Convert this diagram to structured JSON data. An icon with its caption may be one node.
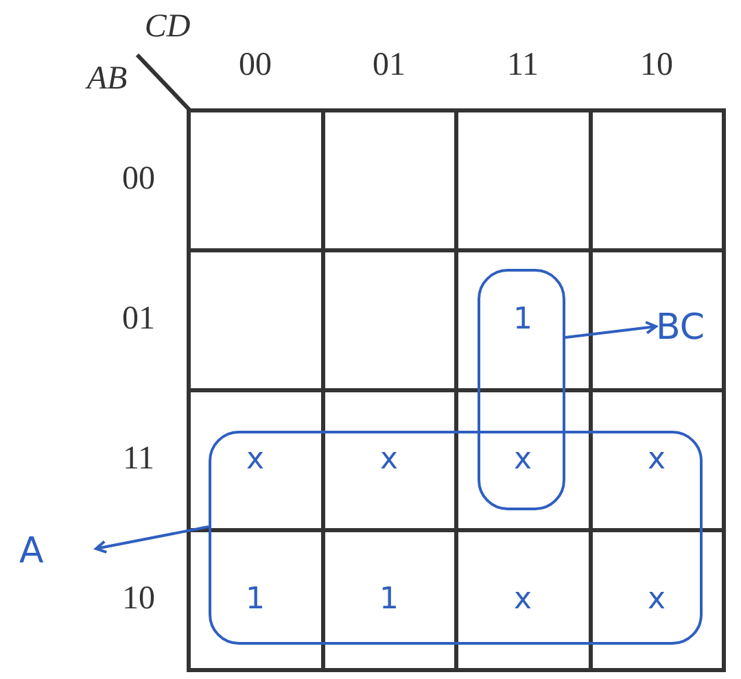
{
  "diagram": {
    "nodes": [
      {
        "text": [],
        "shape": "loop"
      },
      {
        "text": [],
        "shape": "loop"
      },
      {
        "text": [
          "A"
        ]
      },
      {
        "text": [
          "BC"
        ]
      }
    ],
    "edges": [
      {
        "from": 0,
        "to": 2,
        "arrow": "to"
      },
      {
        "from": 1,
        "to": 3,
        "arrow": "to"
      }
    ],
    "labels": [
      "CD",
      "AB",
      "00",
      "01",
      "11",
      "10",
      "00",
      "01",
      "11",
      "10",
      "1",
      "x",
      "x",
      "x",
      "x",
      "1",
      "1",
      "x",
      "x"
    ]
  }
}
